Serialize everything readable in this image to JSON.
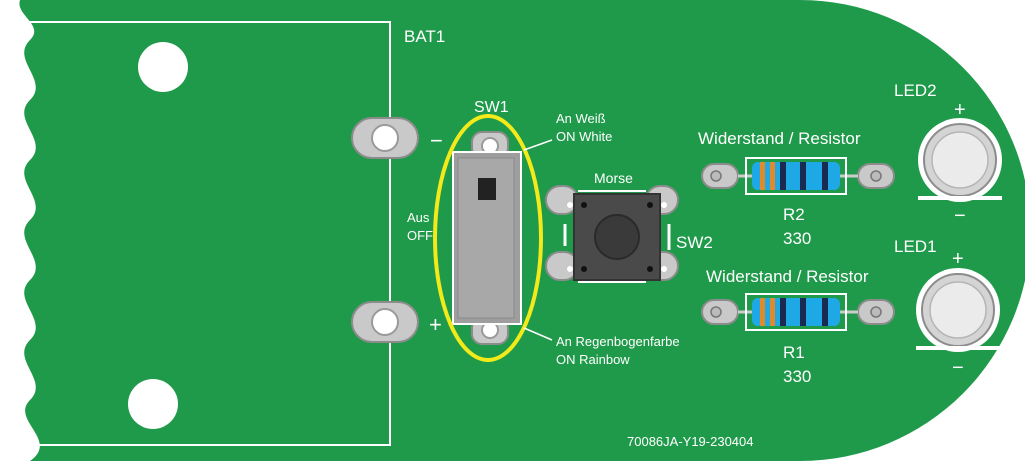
{
  "labels": {
    "bat1": "BAT1",
    "sw1": "SW1",
    "sw2": "SW2",
    "morse": "Morse",
    "off_de": "Aus",
    "off_en": "OFF",
    "on_white_de": "An Weiß",
    "on_white_en": "ON White",
    "on_rainbow_de": "An Regenbogenfarbe",
    "on_rainbow_en": "ON Rainbow",
    "led1": "LED1",
    "led2": "LED2",
    "resistor_top": "Widerstand / Resistor",
    "resistor_bottom": "Widerstand / Resistor",
    "r1": "R1",
    "r2": "R2",
    "r1_value": "330",
    "r2_value": "330",
    "bat_minus": "−",
    "bat_plus": "+",
    "led1_plus": "+",
    "led1_minus": "−",
    "led2_plus": "+",
    "led2_minus": "−",
    "board_code": "70086JA-Y19-230404"
  },
  "colors": {
    "board": "#1f9a4a",
    "board_edge": "#17853d",
    "silkscreen": "#ffffff",
    "pad": "#c9c9c9",
    "pad_ring": "#8c8c8c",
    "switch_body": "#9e9e9e",
    "button_body": "#4a4a4a",
    "highlight": "#f2ea1a",
    "resistor_blue": "#1ea9e6",
    "resistor_band_dark": "#1a2a50",
    "resistor_band_orange": "#e08a2a"
  }
}
